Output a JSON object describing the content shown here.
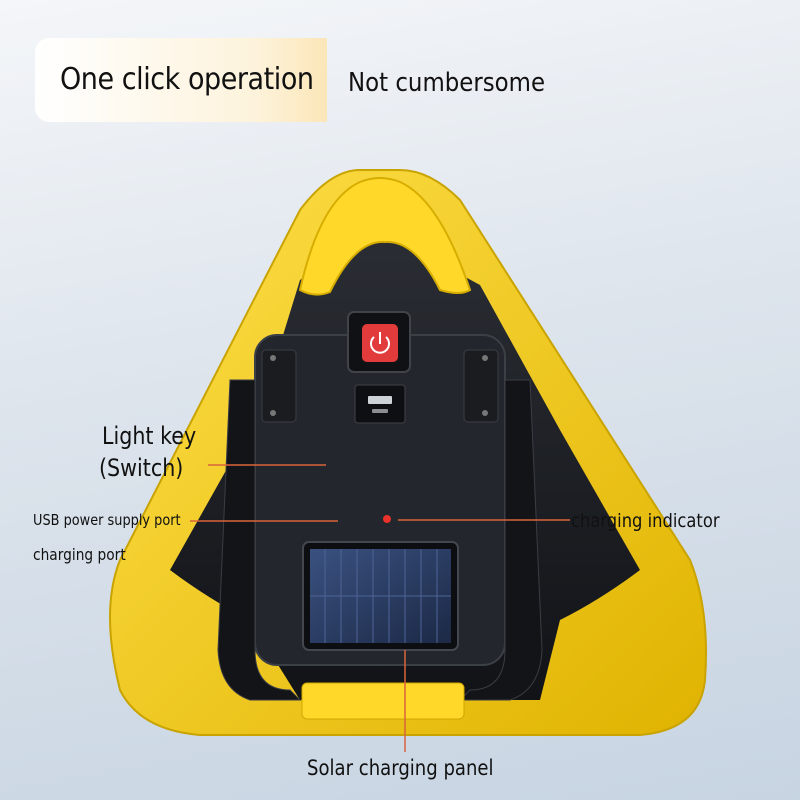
{
  "banner": {
    "headline": "One click operation",
    "subline": "Not cumbersome"
  },
  "callouts": {
    "light_key_line1": "Light key",
    "light_key_line2": "(Switch)",
    "usb_port": "USB power supply port",
    "charging_port": "charging port",
    "charging_indicator": "charging indicator",
    "solar_panel": "Solar charging panel"
  },
  "colors": {
    "casing_yellow": "#f7d21b",
    "body_black": "#1b1d21",
    "power_button_red": "#e23b3b",
    "indicator_red": "#e8322a",
    "leader_line": "#d9643a",
    "solar_blue": "#2c3f66"
  },
  "icons": [
    "power-icon",
    "usb-port-icon"
  ]
}
